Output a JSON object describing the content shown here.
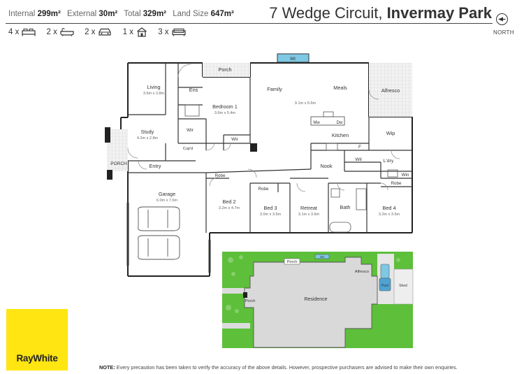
{
  "header": {
    "internal_label": "Internal",
    "internal_value": "299m²",
    "external_label": "External",
    "external_value": "30m²",
    "total_label": "Total",
    "total_value": "329m²",
    "land_label": "Land Size",
    "land_value": "647m²",
    "address_street": "7 Wedge Circuit,",
    "address_suburb": "Invermay Park",
    "north_label": "NORTH"
  },
  "features": [
    {
      "count": "4 x",
      "icon": "bed-icon"
    },
    {
      "count": "2 x",
      "icon": "bath-icon"
    },
    {
      "count": "2 x",
      "icon": "car-icon"
    },
    {
      "count": "1 x",
      "icon": "living-icon"
    },
    {
      "count": "3 x",
      "icon": "sofa-icon"
    }
  ],
  "floorplan": {
    "porch_top": "Porch",
    "wt": "Wt",
    "living": "Living",
    "living_dim": "3.6m x 3.8m",
    "ens": "Ens",
    "bedroom1": "Bedroom 1",
    "bedroom1_dim": "3.6m x 5.4m",
    "family": "Family",
    "meals": "Meals",
    "family_dim": "9.1m x 6.6m",
    "alfresco": "Alfresco",
    "study": "Study",
    "study_dim": "4.2m x 2.8m",
    "wir1": "Wir",
    "wir2": "Wir",
    "cupd": "Cup'd",
    "mw": "Mw",
    "dw": "Dw",
    "kitchen": "Kitchen",
    "wip": "Wip",
    "f": "F",
    "porch_left": "PORCH",
    "entry": "Entry",
    "nook": "Nook",
    "wil": "Wil",
    "ldry": "L'dry",
    "win": "Win",
    "robe1": "Robe",
    "robe2": "Robe",
    "robe3": "Robe",
    "garage": "Garage",
    "garage_dim": "6.0m x 7.6m",
    "bed2": "Bed 2",
    "bed2_dim": "3.2m x 4.7m",
    "bed3": "Bed 3",
    "bed3_dim": "3.0m x 3.6m",
    "retreat": "Retreat",
    "retreat_dim": "3.1m x 3.6m",
    "bath": "Bath",
    "bed4": "Bed 4",
    "bed4_dim": "3.2m x 3.6m"
  },
  "siteplan": {
    "porch_top": "Porch",
    "wt": "Wt",
    "alfresco": "Alfresco",
    "pool": "Pool",
    "shed": "Shed",
    "residence": "Residence",
    "porch_left": "Porch"
  },
  "logo": {
    "text": "RayWhite"
  },
  "note": {
    "label": "NOTE:",
    "text": " Every precaution has been taken to verify the accuracy of the above details. However, prospective purchasers are advised to make their own enquiries."
  },
  "colors": {
    "brand_yellow": "#FFE512",
    "lawn_green": "#5DBF3A",
    "wall": "#222222",
    "roof_grey": "#D9D9D9",
    "wt_blue": "#7EC8E3"
  }
}
